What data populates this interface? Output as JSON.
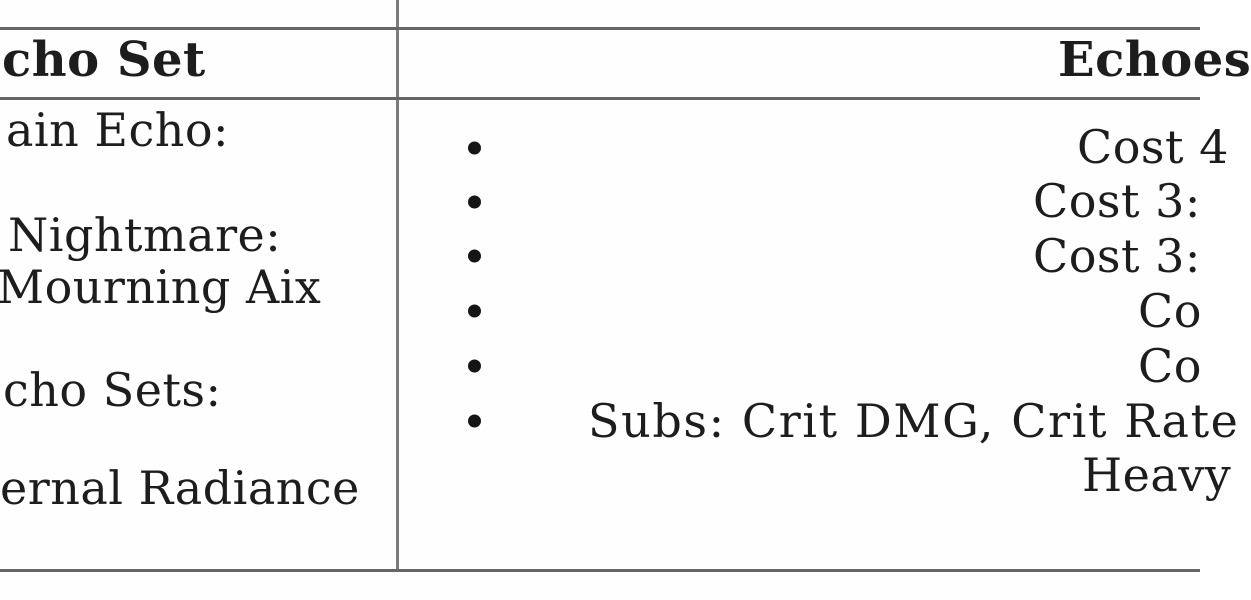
{
  "table": {
    "columns": [
      {
        "header": "cho Set"
      },
      {
        "header": "Echoes"
      }
    ],
    "echo_set_cell": {
      "lines": [
        "ain Echo:",
        "Nightmare:",
        "Mourning Aix",
        "cho Sets:",
        "ernal Radiance"
      ]
    },
    "echoes_cell": {
      "bullet_icon": "•",
      "rows": [
        "Cost 4",
        "Cost 3:",
        "Cost 3:",
        "Co",
        "Co",
        "Subs: Crit DMG, Crit Rate"
      ],
      "continuation_line": "Heavy"
    },
    "colors": {
      "border": "#666666",
      "divider": "#7b7b7b",
      "text": "#1d1d1d",
      "background": "#fefefe"
    }
  }
}
